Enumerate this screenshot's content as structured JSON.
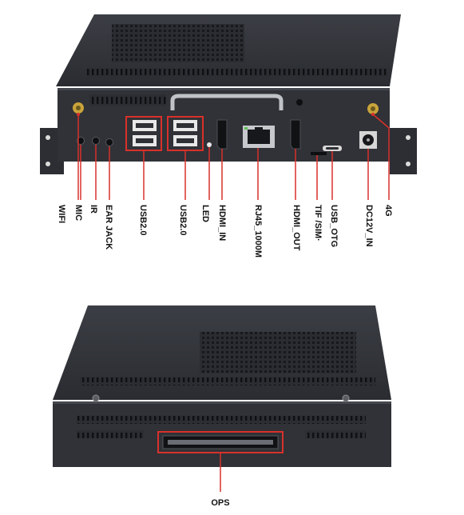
{
  "accent_color": "#d9302b",
  "device_color": "#2e3035",
  "top_view": {
    "labels": [
      {
        "id": "wifi",
        "text": "WIFI"
      },
      {
        "id": "mic",
        "text": "MIC"
      },
      {
        "id": "ir",
        "text": "IR"
      },
      {
        "id": "ear-jack",
        "text": "EAR JACK"
      },
      {
        "id": "usb1",
        "text": "USB2.0"
      },
      {
        "id": "usb2",
        "text": "USB2.0"
      },
      {
        "id": "led",
        "text": "LED"
      },
      {
        "id": "hdmi-in",
        "text": "HDMI_IN"
      },
      {
        "id": "rj45",
        "text": "RJ45_1000M"
      },
      {
        "id": "hdmi-out",
        "text": "HDMI_OUT"
      },
      {
        "id": "tf-sim",
        "text": "TIF /SIM·"
      },
      {
        "id": "usb-otg",
        "text": "USB_OTG"
      },
      {
        "id": "dc-in",
        "text": "DC12V_IN"
      },
      {
        "id": "4g",
        "text": "4G"
      }
    ]
  },
  "bottom_view": {
    "ops_label": "OPS"
  }
}
